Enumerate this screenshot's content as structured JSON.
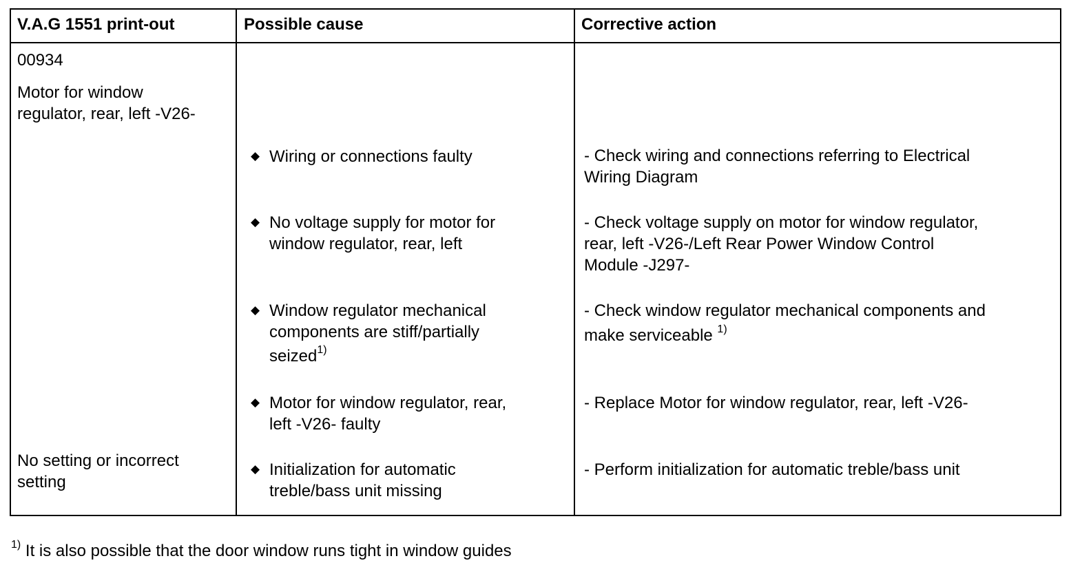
{
  "table": {
    "headers": {
      "printout": "V.A.G 1551 print-out",
      "cause": "Possible cause",
      "action": "Corrective action"
    },
    "fault_code": "00934",
    "component_line1": "Motor for window",
    "component_line2": "regulator, rear, left -V26-",
    "rows": [
      {
        "cause_lines": [
          "Wiring or connections faulty"
        ],
        "action_lines": [
          "- Check wiring and connections referring to Electrical",
          "Wiring Diagram"
        ]
      },
      {
        "cause_lines": [
          "No voltage supply for motor for",
          "window regulator, rear, left"
        ],
        "action_lines": [
          "- Check voltage supply on motor for window regulator,",
          "rear, left -V26-/Left Rear Power Window Control",
          "Module -J297-"
        ]
      },
      {
        "cause_lines": [
          "Window regulator mechanical",
          "components are stiff/partially",
          "seized"
        ],
        "cause_sup": "1)",
        "action_lines": [
          "- Check window regulator mechanical components and",
          "make serviceable"
        ],
        "action_sup": "1)"
      },
      {
        "cause_lines": [
          "Motor for window regulator, rear,",
          "left -V26- faulty"
        ],
        "action_lines": [
          "- Replace Motor for window regulator, rear, left -V26-"
        ]
      },
      {
        "printout_lines": [
          "No setting or incorrect",
          "setting"
        ],
        "cause_lines": [
          "Initialization for automatic",
          "treble/bass unit missing"
        ],
        "action_lines": [
          "- Perform initialization for automatic treble/bass unit"
        ]
      }
    ]
  },
  "footnote": {
    "marker": "1)",
    "text": "It is also possible that the door window runs tight in window guides"
  },
  "icons": {
    "bullet": "diamond-bullet-icon"
  }
}
